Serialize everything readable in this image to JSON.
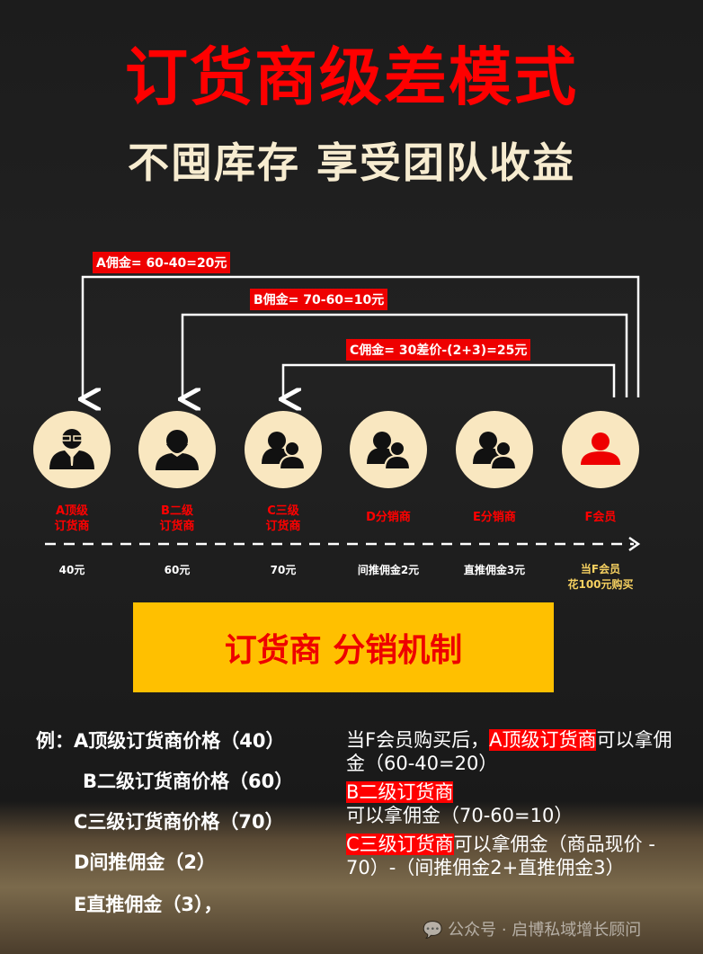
{
  "title": "订货商级差模式",
  "subtitle": "不囤库存 享受团队收益",
  "commissions": {
    "a": "A佣金= 60-40=20元",
    "b": "B佣金= 70-60=10元",
    "c": "C佣金= 30差价-(2+3)=25元"
  },
  "nodes": [
    {
      "label1": "A顶级",
      "label2": "订货商",
      "value": "40元",
      "icon": "businessman-icon"
    },
    {
      "label1": "B二级",
      "label2": "订货商",
      "value": "60元",
      "icon": "bearded-man-icon"
    },
    {
      "label1": "C三级",
      "label2": "订货商",
      "value": "70元",
      "icon": "group-icon"
    },
    {
      "label1": "D分销商",
      "label2": "",
      "value": "间推佣金2元",
      "icon": "group-icon"
    },
    {
      "label1": "E分销商",
      "label2": "",
      "value": "直推佣金3元",
      "icon": "group-icon"
    },
    {
      "label1": "F会员",
      "label2": "",
      "value": "当F会员",
      "value2": "花100元购买",
      "icon": "member-icon"
    }
  ],
  "banner": "订货商 分销机制",
  "examples": [
    "例：A顶级订货商价格（40）",
    "B二级订货商价格（60）",
    "C三级订货商价格（70）",
    "D间推佣金（2）",
    "E直推佣金（3），"
  ],
  "explanation": {
    "p1_pre": "当F会员购买后，",
    "p1_hl": "A顶级订货商",
    "p1_post": "可以拿佣金（60-40=20）",
    "p2_hl": "B二级订货商",
    "p2_post": "可以拿佣金（70-60=10）",
    "p3_hl": "C三级订货商",
    "p3_post": "可以拿佣金（商品现价 - 70）-（间推佣金2+直推佣金3）"
  },
  "watermark": "公众号 · 启博私域增长顾问",
  "colors": {
    "red": "#ff0000",
    "cream": "#f9e7c0",
    "yellow": "#ffc000"
  }
}
